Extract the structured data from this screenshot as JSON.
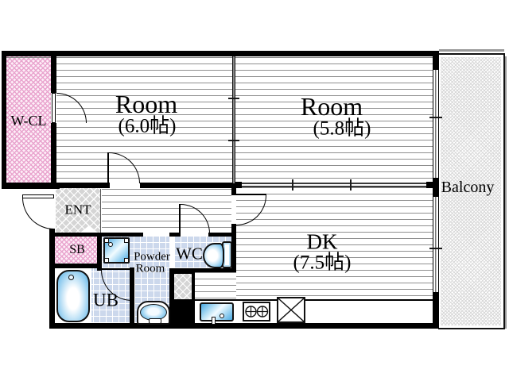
{
  "floorplan": {
    "rooms": {
      "wcl": {
        "label": "W-CL"
      },
      "room_west": {
        "label": "Room",
        "size": "(6.0帖)"
      },
      "room_east": {
        "label": "Room",
        "size": "(5.8帖)"
      },
      "dk": {
        "label": "DK",
        "size": "(7.5帖)"
      },
      "balcony": {
        "label": "Balcony"
      },
      "entrance": {
        "label": "ENT"
      },
      "shoe_box": {
        "label": "SB"
      },
      "powder_room": {
        "label_line1": "Powder",
        "label_line2": "Room"
      },
      "toilet_room": {
        "label": "WC"
      },
      "unit_bath": {
        "label": "UB"
      }
    },
    "fixtures": [
      "bathtub",
      "toilet",
      "washbasin",
      "washing-machine-pan",
      "kitchen-sink",
      "stove-2-burner",
      "refrigerator-space"
    ],
    "colors": {
      "wall": "#000000",
      "closet_pink": "#e9a4ce",
      "entrance_gray": "#d5d5d5",
      "wet_area_blue": "#ccd8ec",
      "fixture_blue": "#49a9e2",
      "floor_line_gray": "#8f8f8f"
    }
  }
}
